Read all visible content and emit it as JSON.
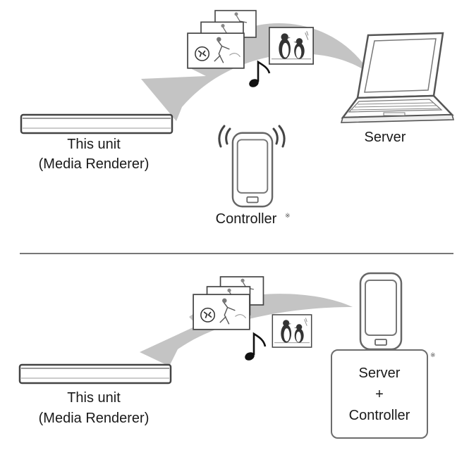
{
  "scene1": {
    "unit_label_line1": "This unit",
    "unit_label_line2": "(Media Renderer)",
    "server_label": "Server",
    "controller_label": "Controller",
    "controller_mark": "※"
  },
  "scene2": {
    "unit_label_line1": "This unit",
    "unit_label_line2": "(Media Renderer)",
    "box_line1": "Server",
    "box_line2": "+",
    "box_line3": "Controller",
    "box_mark": "※"
  },
  "colors": {
    "arrow": "#c4c4c4",
    "line": "#555555",
    "divider": "#777777"
  },
  "icons": [
    "laptop-icon",
    "smartphone-icon",
    "wireless-signal-icon",
    "media-renderer-device-icon",
    "photo-stack-icon",
    "penguin-photo-icon",
    "music-note-icon",
    "flow-arrow-icon"
  ]
}
